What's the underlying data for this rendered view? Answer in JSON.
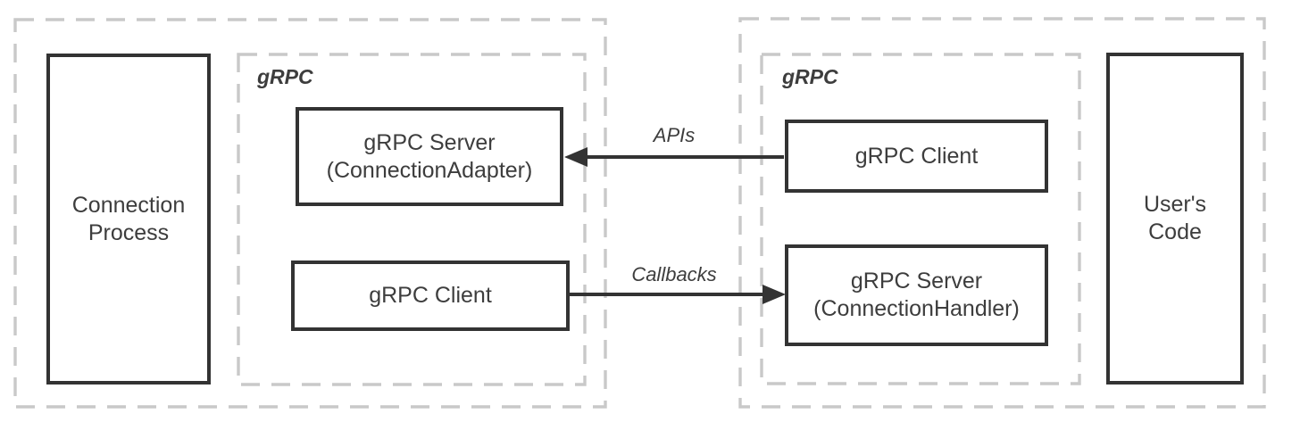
{
  "colors": {
    "solid_border": "#333333",
    "dashed_border": "#c9c9c9",
    "text": "#3d3d3d",
    "background": "#ffffff"
  },
  "left_group": {
    "process_box": {
      "label": [
        "Connection",
        "Process"
      ]
    },
    "grpc_container_label": "gRPC",
    "server_box": {
      "label": [
        "gRPC Server",
        "(ConnectionAdapter)"
      ]
    },
    "client_box": {
      "label": "gRPC Client"
    }
  },
  "right_group": {
    "grpc_container_label": "gRPC",
    "client_box": {
      "label": "gRPC Client"
    },
    "server_box": {
      "label": [
        "gRPC Server",
        "(ConnectionHandler)"
      ]
    },
    "user_code_box": {
      "label": [
        "User's",
        "Code"
      ]
    }
  },
  "arrows": {
    "apis": {
      "label": "APIs",
      "direction": "right-to-left"
    },
    "callbacks": {
      "label": "Callbacks",
      "direction": "left-to-right"
    }
  }
}
